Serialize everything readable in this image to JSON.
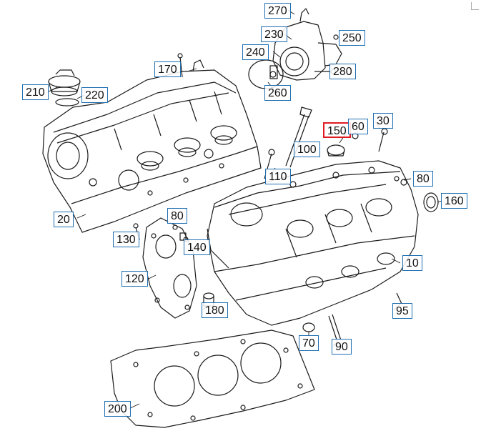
{
  "diagram": {
    "highlight_color": "#e01b24",
    "box_color": "#1f6fb2",
    "callouts": [
      {
        "id": "c270",
        "label": "270"
      },
      {
        "id": "c230",
        "label": "230"
      },
      {
        "id": "c250",
        "label": "250"
      },
      {
        "id": "c240",
        "label": "240"
      },
      {
        "id": "c280",
        "label": "280"
      },
      {
        "id": "c170",
        "label": "170"
      },
      {
        "id": "c260",
        "label": "260"
      },
      {
        "id": "c210",
        "label": "210"
      },
      {
        "id": "c220",
        "label": "220"
      },
      {
        "id": "c30",
        "label": "30"
      },
      {
        "id": "c150",
        "label": "150",
        "highlighted": true
      },
      {
        "id": "c60",
        "label": "60"
      },
      {
        "id": "c100",
        "label": "100"
      },
      {
        "id": "c110",
        "label": "110"
      },
      {
        "id": "c80a",
        "label": "80"
      },
      {
        "id": "c160",
        "label": "160"
      },
      {
        "id": "c20",
        "label": "20"
      },
      {
        "id": "c80b",
        "label": "80"
      },
      {
        "id": "c130",
        "label": "130"
      },
      {
        "id": "c140",
        "label": "140"
      },
      {
        "id": "c10",
        "label": "10"
      },
      {
        "id": "c120",
        "label": "120"
      },
      {
        "id": "c95",
        "label": "95"
      },
      {
        "id": "c180",
        "label": "180"
      },
      {
        "id": "c70",
        "label": "70"
      },
      {
        "id": "c90",
        "label": "90"
      },
      {
        "id": "c200",
        "label": "200"
      }
    ]
  }
}
